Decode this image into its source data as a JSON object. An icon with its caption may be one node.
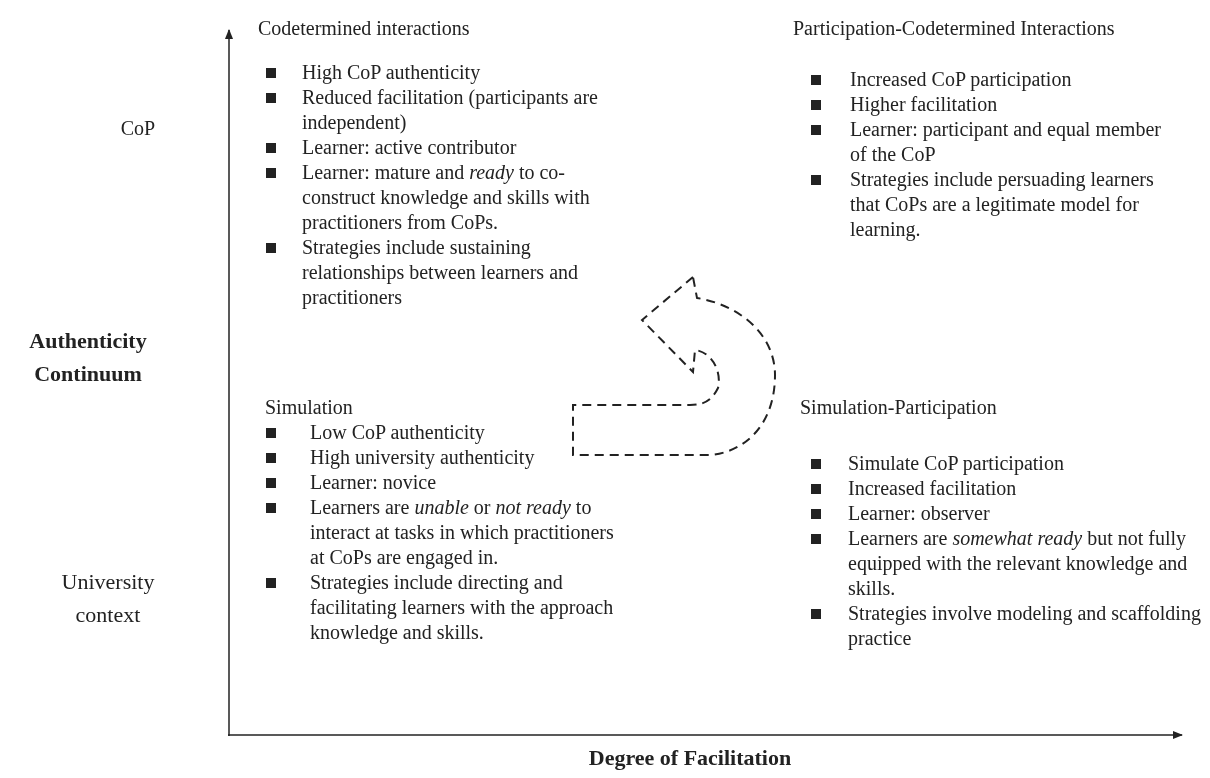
{
  "diagram": {
    "labels": [
      "CoP",
      "Authenticity Continuum",
      "University context",
      "Codetermined interactions",
      "High CoP authenticity",
      "Reduced facilitation (participants are independent)",
      "Learner: active contributor",
      "Learner: mature and *ready* to co-construct knowledge and skills with practitioners from CoPs.",
      "Strategies include sustaining relationships between learners and practitioners",
      "Participation-Codetermined Interactions",
      "Increased CoP participation",
      "Higher facilitation",
      "Learner: participant and equal member of the CoP",
      "Strategies include persuading learners that CoPs are a legitimate model for learning.",
      "Simulation",
      "Low CoP authenticity",
      "High university authenticity",
      "Learner: novice",
      "Learners are *unable* or *not ready* to interact at tasks in which practitioners at CoPs are engaged in.",
      "Strategies include directing and facilitating learners with the approach knowledge and skills.",
      "Simulation-Participation",
      "Simulate CoP participation",
      "Increased facilitation",
      "Learner: observer",
      "Learners are *somewhat ready* but not fully equipped with the relevant knowledge and skills.",
      "Strategies involve modeling and scaffolding practice",
      "Degree of Facilitation"
    ]
  }
}
